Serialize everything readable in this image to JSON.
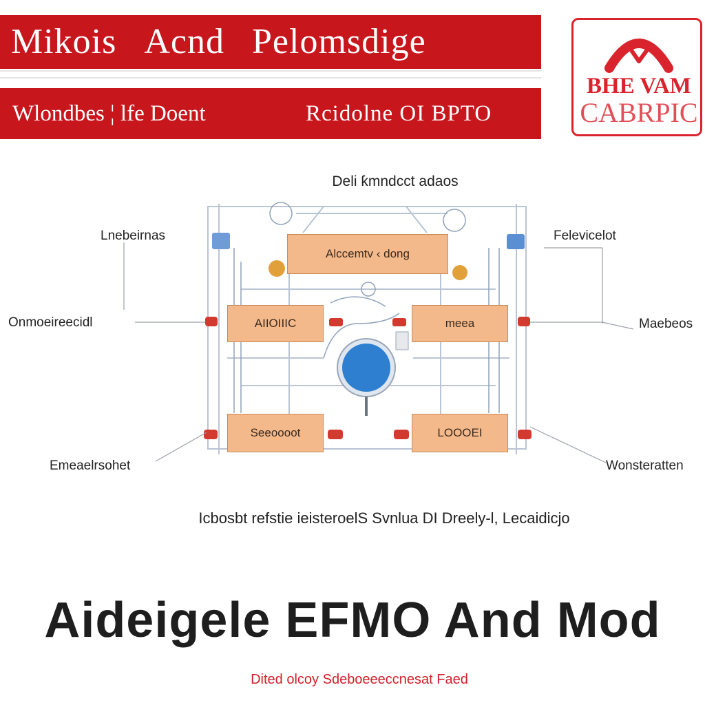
{
  "header": {
    "title_parts": [
      "Mikois",
      "Acnd",
      "Pelomsdige"
    ],
    "subtitle_left": "Wlondbes ¦ lfe Doent",
    "subtitle_right": "Rcidolne OI BPTO"
  },
  "logo": {
    "line1": "BHE VAM",
    "line2": "CABRPIC"
  },
  "diagram": {
    "title": "Deli ƙmndcct adaos",
    "blocks": {
      "center_top": "Alccemtv ‹ dong",
      "mid_left": "AIIOIIIC",
      "mid_right": "meea",
      "bottom_left": "Seeoooot",
      "bottom_right": "LOOOEI"
    },
    "callouts": {
      "top_left": "Lnebeirnas",
      "mid_left": "Onmoeireecidl",
      "bottom_left": "Emeaelrsohet",
      "top_right": "Felevicelot",
      "mid_right": "Maebeos",
      "bottom_right": "Wonsteratten"
    }
  },
  "caption": "Icbosbt refstie ieisteroelS Svnlua DI Dreely‑l, Lecaidicjo",
  "big_title": "Aideigele EFMO And Mod",
  "footer": "Dited olcoy Sdeboeeeccnesat Faed",
  "colors": {
    "brand_red": "#c8161d",
    "block_fill": "#f4b98a",
    "hub_blue": "#2f7fd1"
  }
}
